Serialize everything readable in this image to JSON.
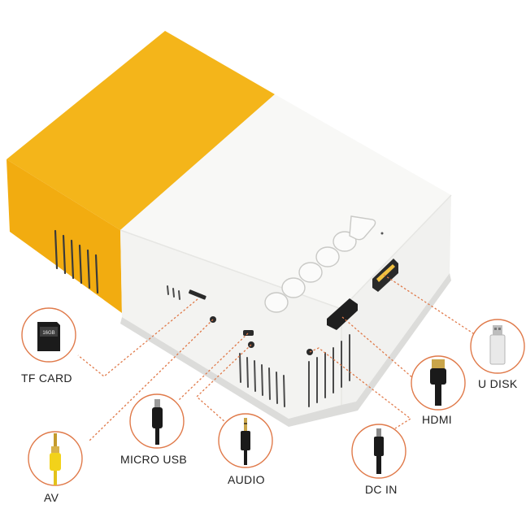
{
  "product": {
    "shell_colors": {
      "yellow": "#f5b819",
      "white": "#f7f7f5",
      "edge": "#e3e3e0"
    },
    "line_color": "#e07a4a"
  },
  "ports": {
    "tf_card": {
      "label": "TF CARD",
      "icon": "sd-card-icon",
      "card_text": "16GB"
    },
    "av": {
      "label": "AV",
      "icon": "av-cable-icon"
    },
    "micro_usb": {
      "label": "MICRO USB",
      "icon": "micro-usb-cable-icon"
    },
    "audio": {
      "label": "AUDIO",
      "icon": "audio-jack-icon"
    },
    "hdmi": {
      "label": "HDMI",
      "icon": "hdmi-cable-icon"
    },
    "u_disk": {
      "label": "U DISK",
      "icon": "usb-flash-drive-icon"
    },
    "dc_in": {
      "label": "DC IN",
      "icon": "dc-plug-icon"
    }
  }
}
